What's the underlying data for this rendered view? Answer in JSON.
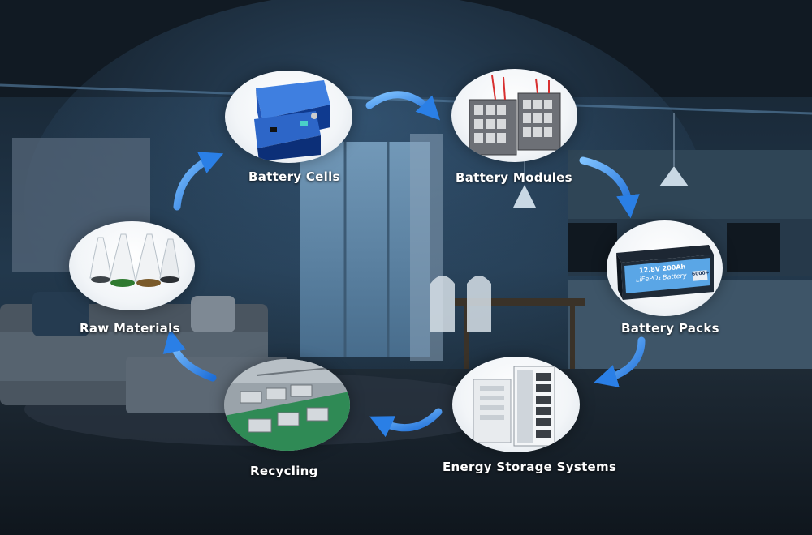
{
  "diagram": {
    "nodes": [
      {
        "id": "battery-cells",
        "label": "Battery Cells"
      },
      {
        "id": "battery-modules",
        "label": "Battery Modules"
      },
      {
        "id": "battery-packs",
        "label": "Battery Packs"
      },
      {
        "id": "energy-storage-systems",
        "label": "Energy Storage Systems"
      },
      {
        "id": "recycling",
        "label": "Recycling"
      },
      {
        "id": "raw-materials",
        "label": "Raw Materials"
      }
    ],
    "battery_pack_text": {
      "line1": "12.8V 200Ah",
      "line2": "LiFePO₄ Battery",
      "badge": "6000+"
    },
    "colors": {
      "arrow": "#2f86ea",
      "arrow_light": "#5fb0ff",
      "label": "#ffffff"
    }
  }
}
